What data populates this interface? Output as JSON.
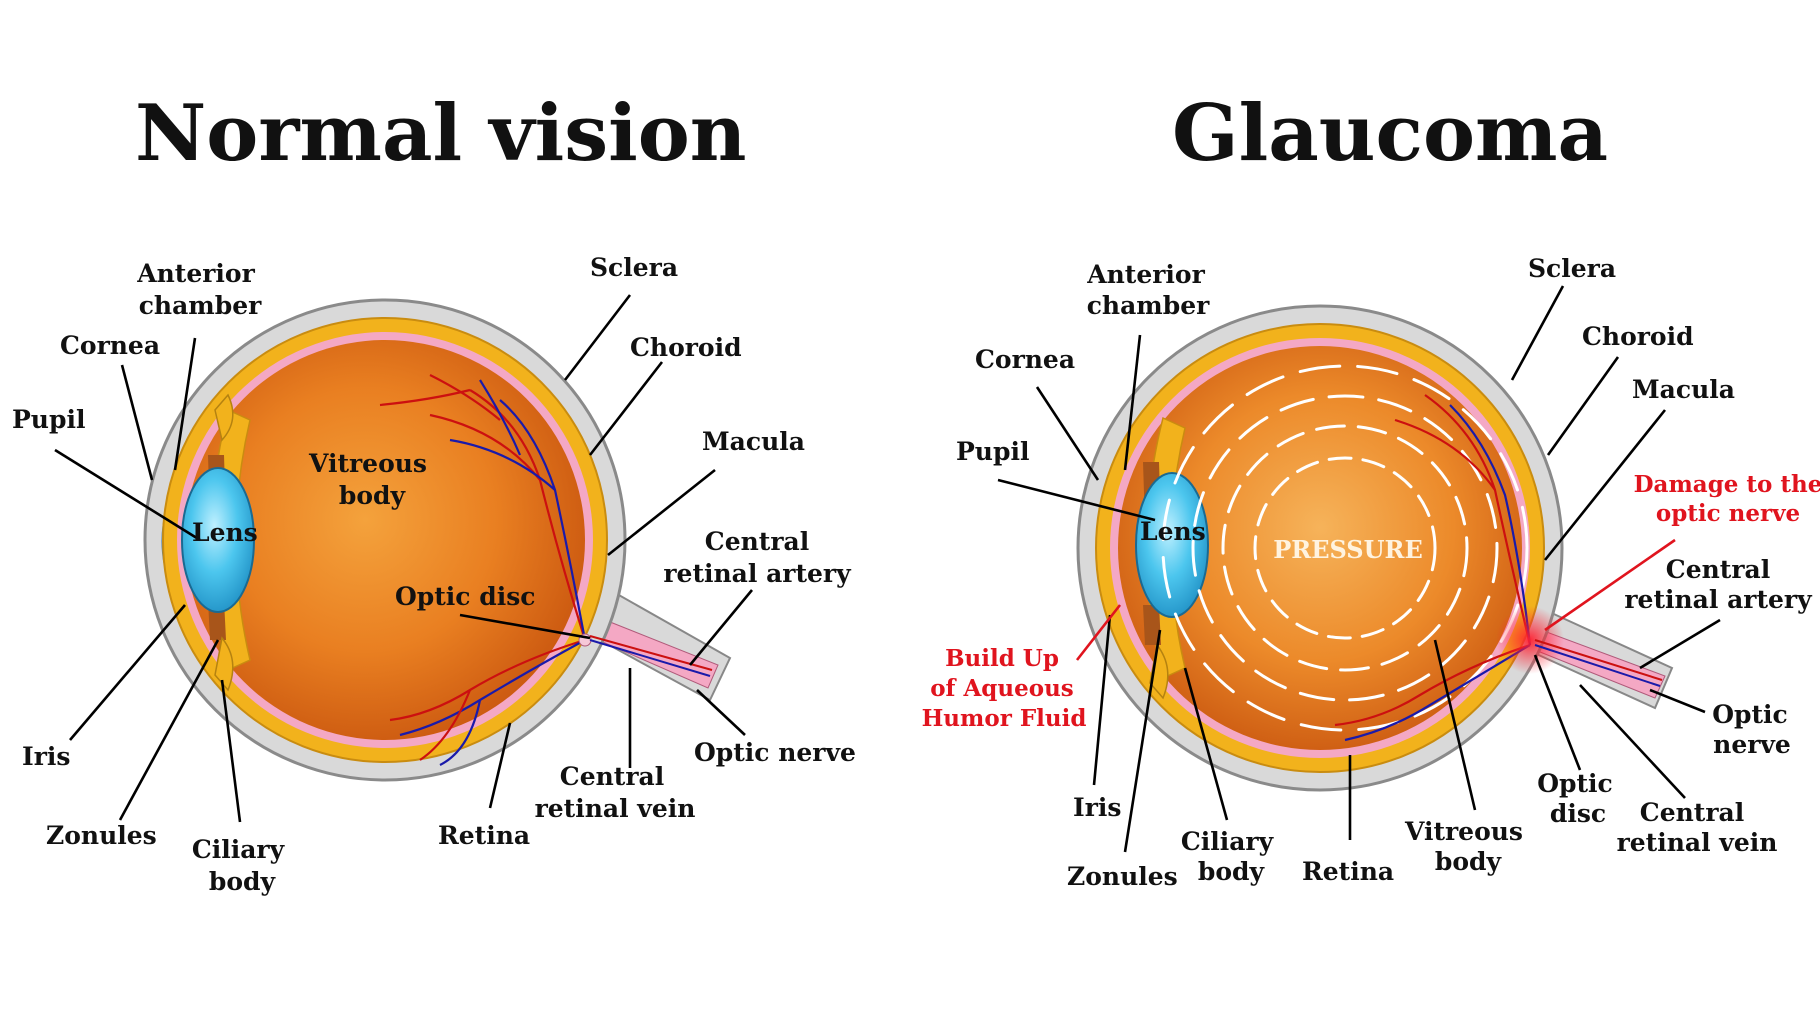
{
  "titles": {
    "normal": "Normal vision",
    "glaucoma": "Glaucoma"
  },
  "normal_labels": {
    "anterior_chamber": [
      "Anterior",
      "chamber"
    ],
    "cornea": "Cornea",
    "pupil": "Pupil",
    "lens": "Lens",
    "iris": "Iris",
    "zonules": "Zonules",
    "ciliary_body": [
      "Ciliary",
      "body"
    ],
    "vitreous_body": [
      "Vitreous",
      "body"
    ],
    "sclera": "Sclera",
    "choroid": "Choroid",
    "macula": "Macula",
    "central_retinal_artery": [
      "Central",
      "retinal artery"
    ],
    "optic_disc": "Optic disc",
    "optic_nerve": "Optic nerve",
    "central_retinal_vein": [
      "Central",
      "retinal vein"
    ],
    "retina": "Retina"
  },
  "glaucoma_labels": {
    "anterior_chamber": [
      "Anterior",
      "chamber"
    ],
    "cornea": "Cornea",
    "pupil": "Pupil",
    "lens": "Lens",
    "pressure": "PRESSURE",
    "sclera": "Sclera",
    "choroid": "Choroid",
    "macula": "Macula",
    "damage": [
      "Damage to the",
      "optic nerve"
    ],
    "central_retinal_artery": [
      "Central",
      "retinal artery"
    ],
    "optic_nerve": [
      "Optic",
      "nerve"
    ],
    "central_retinal_vein": [
      "Central",
      "retinal vein"
    ],
    "optic_disc": [
      "Optic",
      "disc"
    ],
    "vitreous_body": [
      "Vitreous",
      "body"
    ],
    "retina": "Retina",
    "ciliary_body": [
      "Ciliary",
      "body"
    ],
    "zonules": "Zonules",
    "iris": "Iris",
    "aqueous": [
      "Build Up",
      "of Aqueous",
      "Humor Fluid"
    ]
  },
  "colors": {
    "sclera": "#d9d9d9",
    "choroid": "#f2b21c",
    "retina": "#f4a8c4",
    "vitreous": "#e87e22",
    "cornea": "#5fa8e0",
    "lens": "#47c3ec",
    "damage": "#e0141e"
  }
}
